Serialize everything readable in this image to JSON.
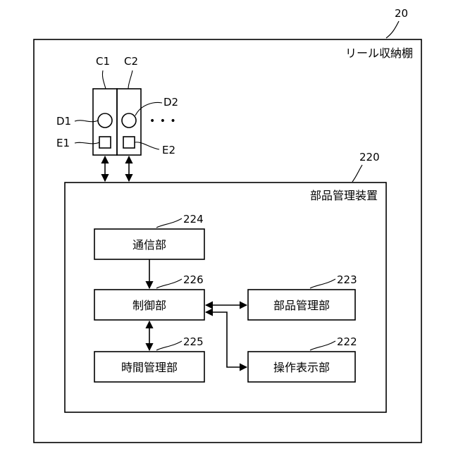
{
  "shelf": {
    "ref": "20",
    "title": "リール収納棚"
  },
  "slots": {
    "c1": "C1",
    "c2": "C2",
    "d1": "D1",
    "d2": "D2",
    "e1": "E1",
    "e2": "E2",
    "ellipsis": "• • •"
  },
  "device": {
    "ref": "220",
    "title": "部品管理装置"
  },
  "blocks": {
    "comm": {
      "ref": "224",
      "label": "通信部"
    },
    "control": {
      "ref": "226",
      "label": "制御部"
    },
    "time": {
      "ref": "225",
      "label": "時間管理部"
    },
    "parts": {
      "ref": "223",
      "label": "部品管理部"
    },
    "opdisp": {
      "ref": "222",
      "label": "操作表示部"
    }
  }
}
